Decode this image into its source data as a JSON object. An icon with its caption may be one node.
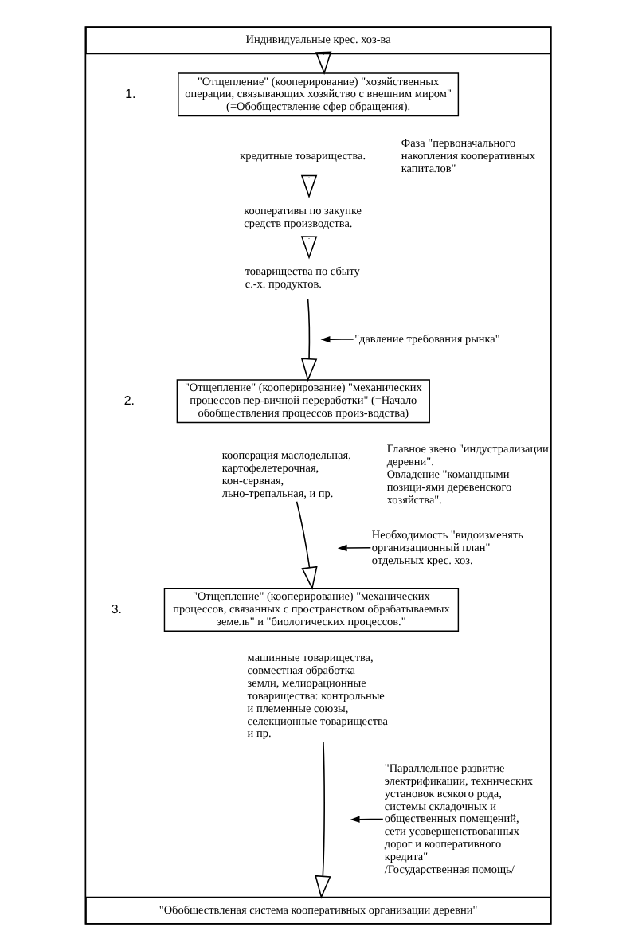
{
  "diagram": {
    "nodes": [
      {
        "text": [],
        "shape": "box"
      },
      {
        "text": [
          "Индивидуальные крес. хоз-ва"
        ],
        "in": 0
      },
      {
        "text": [
          "\"Отщепление\" (кооперирование) \"хозяйственных операции, связывающих хозяйство с внешним миром\" (=Обобществление сфер обращения)."
        ],
        "beside": [
          "1."
        ],
        "in": 0
      },
      {
        "text": [
          "кредитные товарищества."
        ],
        "in": 0
      },
      {
        "text": [
          "кооперативы по закупке средств производства."
        ],
        "in": 0
      },
      {
        "text": [
          "товарищества по сбыту с.-х. продуктов."
        ],
        "in": 0
      },
      {
        "text": [
          "\"давление требования рынка\""
        ],
        "in": 0
      },
      {
        "text": [
          "\"Отщепление\" (кооперирование) \"механических процессов пер-вичной переработки\" (=Начало обобществления процессов произ-водства)"
        ],
        "beside": [
          "2."
        ],
        "in": 0
      },
      {
        "text": [
          "кооперация маслодельная, картофелетерочная, кон-сервная, льно-трепальная, и пр."
        ],
        "in": 0
      },
      {
        "text": [
          "Необходимость \"видоизменять организационный план\" отдельных крес. хоз."
        ],
        "in": 0
      },
      {
        "text": [
          "\"Отщепление\" (кооперирование) \"механических процессов, связанных с пространством обрабатываемых земель\" и \"биологических процессов.\""
        ],
        "beside": [
          "3."
        ],
        "in": 0
      },
      {
        "text": [
          "машинные товарищества, совместная обработка земли, мелиорационные товарищества: контрольные и племенные союзы, селекционные товарищества и пр."
        ],
        "in": 0
      },
      {
        "text": [
          "\"Параллельное развитие электрификации, технических установок всякого рода, системы складочных и общественных помещений, сети усовершенствованных дорог и кооперативного кредита\"",
          "/Государственная помощь/"
        ],
        "in": 0
      },
      {
        "text": [
          "\"Обобществленая система кооперативных организации деревни\""
        ],
        "in": 0
      }
    ],
    "edges": [
      {
        "from": 1,
        "to": 2,
        "arrow": "to"
      },
      {
        "from": 3,
        "to": 4,
        "arrow": "to"
      },
      {
        "from": 4,
        "to": 5,
        "arrow": "to"
      },
      {
        "from": 5,
        "to": 7,
        "arrow": "to"
      },
      {
        "from": 6,
        "to": null,
        "arrow": "to"
      },
      {
        "from": 8,
        "to": 10,
        "arrow": "to"
      },
      {
        "from": 9,
        "to": null,
        "arrow": "to"
      },
      {
        "from": 11,
        "to": 13,
        "arrow": "to"
      },
      {
        "from": 12,
        "to": null,
        "arrow": "to"
      }
    ],
    "labels": [
      "Фаза \"первоначального накопления кооперативных капиталов\"",
      "Главное звено \"индустрализации деревни\".",
      "Овладение \"командными позици-ями деревенского хозяйства\"."
    ]
  }
}
